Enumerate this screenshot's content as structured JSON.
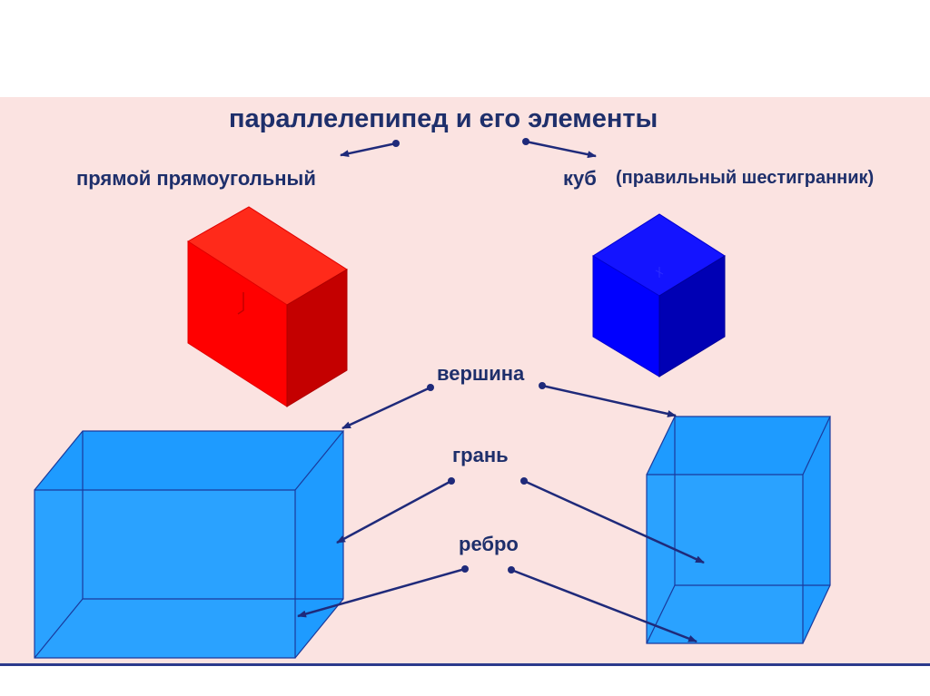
{
  "title": "параллелепипед и его элементы",
  "types": {
    "left": "прямой прямоугольный",
    "right": "куб",
    "right_note": "(правильный шестигранник)"
  },
  "terms": {
    "vertex": "вершина",
    "face": "грань",
    "edge": "ребро"
  },
  "colors": {
    "background_panel": "#fbe3e1",
    "text": "#1e2f6b",
    "arrow": "#1f2a7a",
    "red_solid": "#ff0000",
    "blue_solid": "#0000ff",
    "transparent_solid": "#1e9bff"
  }
}
